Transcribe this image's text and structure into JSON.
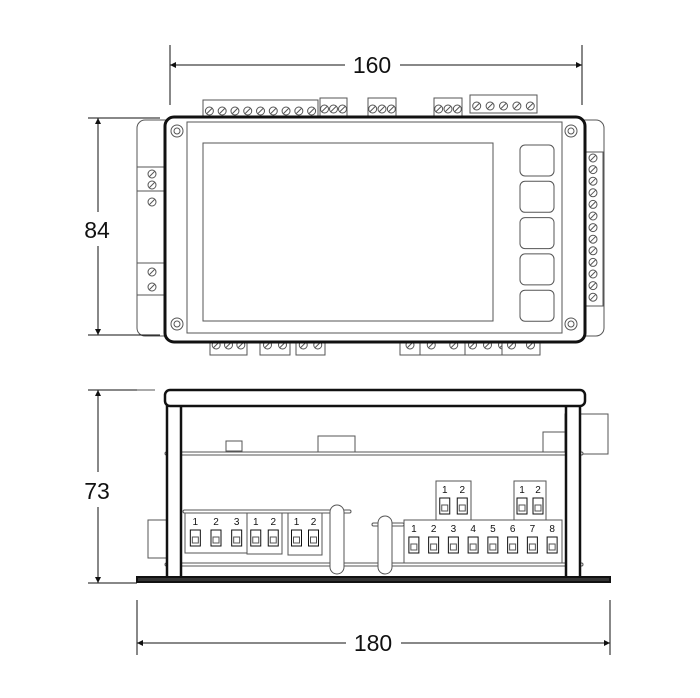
{
  "dimensions": {
    "top_width": "160",
    "top_height": "84",
    "side_height": "73",
    "side_width": "180"
  },
  "dip_switches": {
    "left_block_a": [
      "1",
      "2",
      "3"
    ],
    "left_block_b": [
      "1",
      "2"
    ],
    "left_block_c": [
      "1",
      "2"
    ],
    "upper_block_a": [
      "1",
      "2"
    ],
    "upper_block_b": [
      "1",
      "2"
    ],
    "right_block": [
      "1",
      "2",
      "3",
      "4",
      "5",
      "6",
      "7",
      "8"
    ]
  },
  "colors": {
    "line": "#111111",
    "thin": "#555555"
  }
}
